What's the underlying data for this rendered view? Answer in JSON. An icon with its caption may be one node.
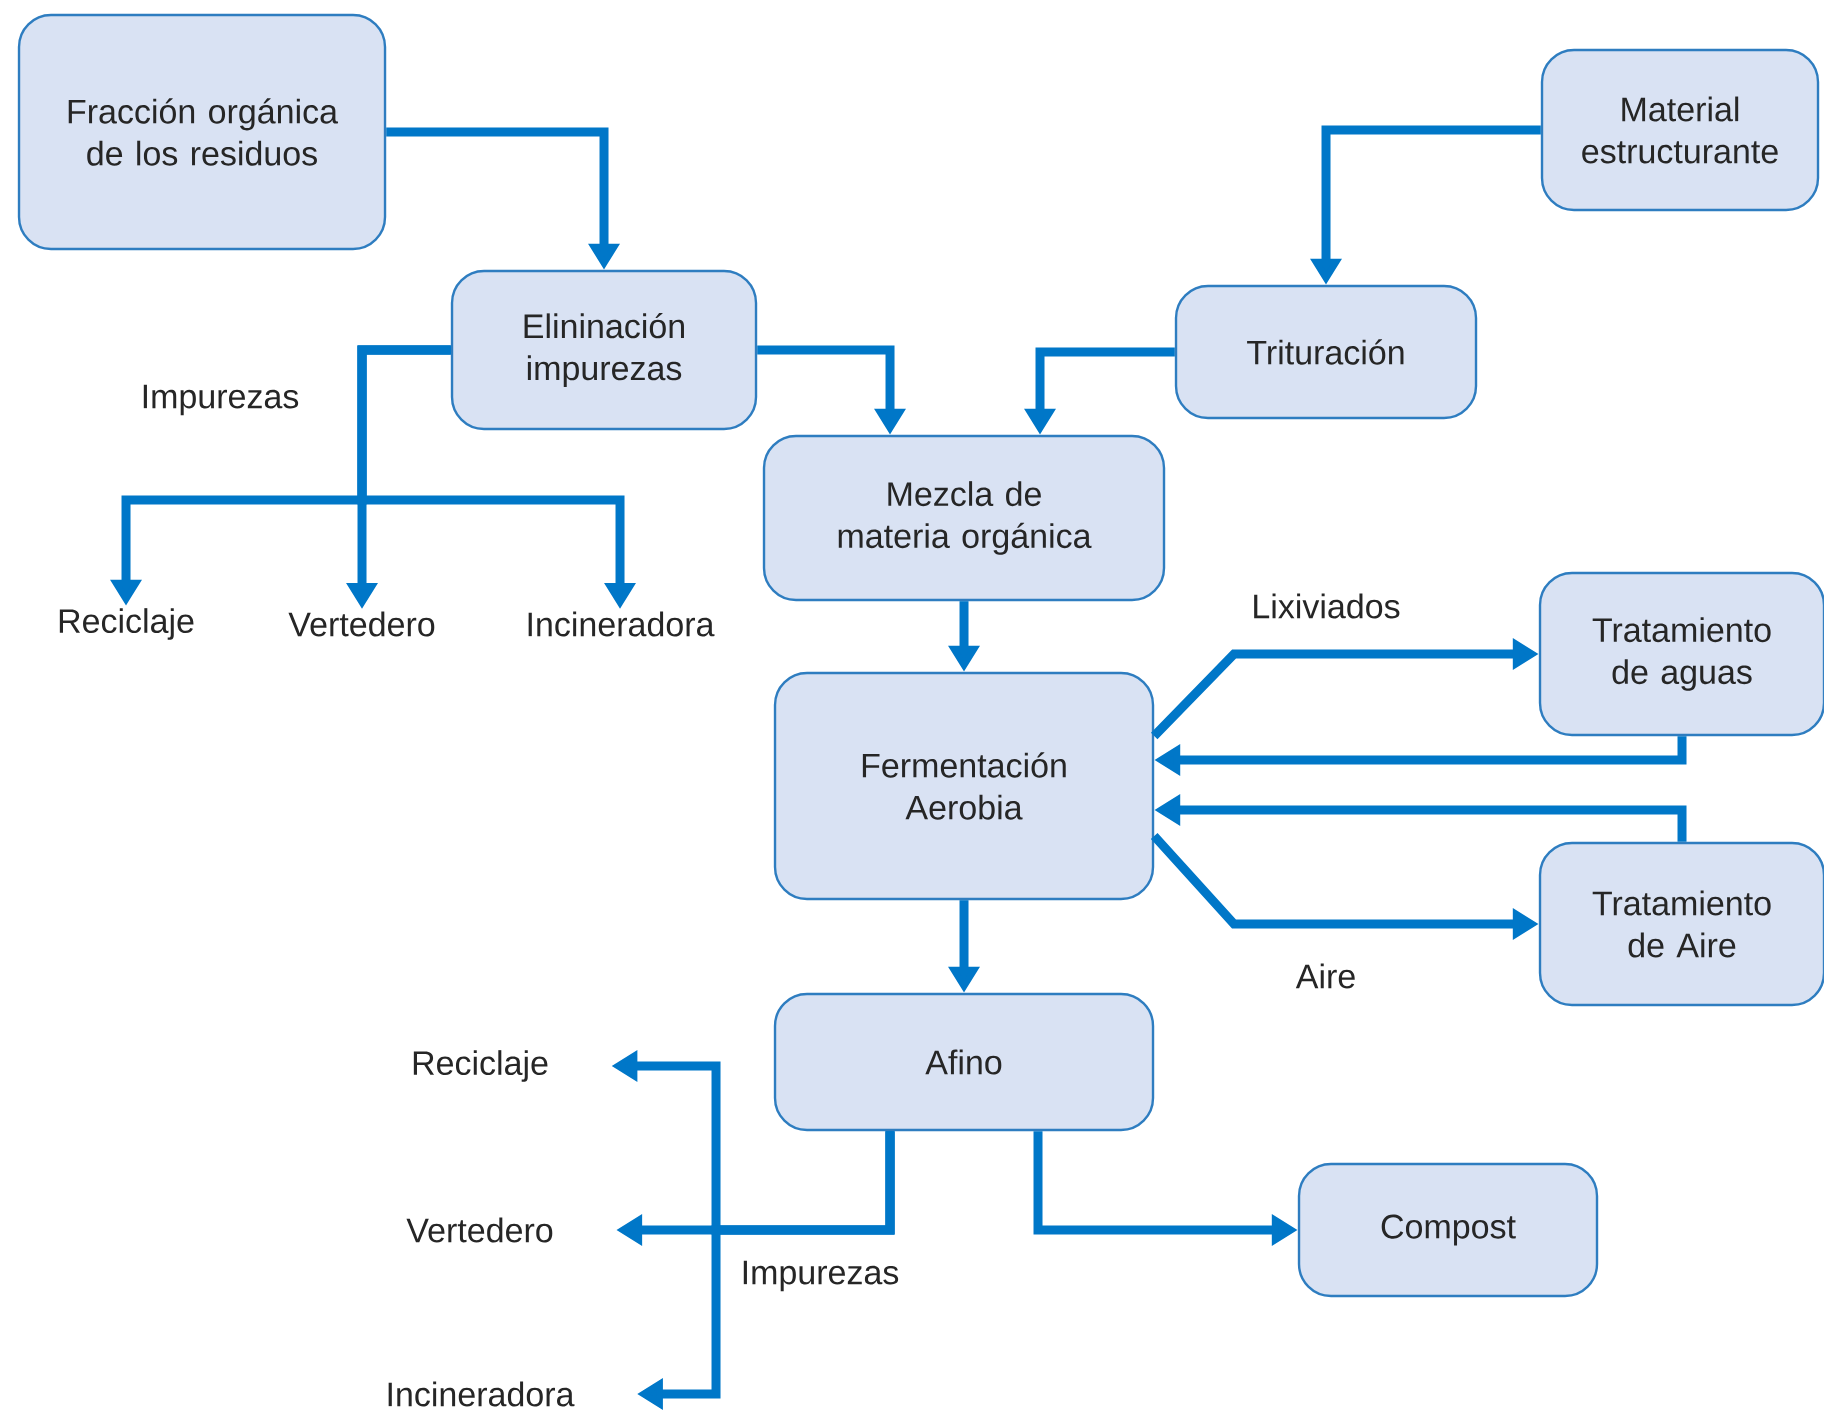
{
  "diagram": {
    "nodes": [
      {
        "text": [
          "Fracción orgánica de los residuos"
        ]
      },
      {
        "text": [
          "Material estructurante"
        ]
      },
      {
        "text": [
          "Elininación impurezas"
        ]
      },
      {
        "text": [
          "Trituración"
        ]
      },
      {
        "text": [
          "Mezcla de materia orgánica"
        ]
      },
      {
        "text": [
          "Reciclaje"
        ]
      },
      {
        "text": [
          "Vertedero"
        ]
      },
      {
        "text": [
          "Incineradora"
        ]
      },
      {
        "text": [
          "Fermentación Aerobia"
        ]
      },
      {
        "text": [
          "Tratamiento de aguas"
        ]
      },
      {
        "text": [
          "Tratamiento de Aire"
        ]
      },
      {
        "text": [
          "Afino"
        ]
      },
      {
        "text": [
          "Reciclaje"
        ]
      },
      {
        "text": [
          "Vertedero"
        ]
      },
      {
        "text": [
          "Incineradora"
        ]
      },
      {
        "text": [
          "Compost"
        ]
      }
    ],
    "edges": [
      {
        "from": 0,
        "to": 2,
        "arrow": "to"
      },
      {
        "from": 1,
        "to": 3,
        "arrow": "to"
      },
      {
        "from": 2,
        "to": 4,
        "arrow": "to"
      },
      {
        "from": 3,
        "to": 4,
        "arrow": "to"
      },
      {
        "from": 2,
        "to": 5,
        "arrow": "to"
      },
      {
        "from": 2,
        "to": 6,
        "arrow": "to",
        "label": "Impurezas"
      },
      {
        "from": 2,
        "to": 7,
        "arrow": "to"
      },
      {
        "from": 4,
        "to": 8,
        "arrow": "to"
      },
      {
        "from": 8,
        "to": 9,
        "arrow": "to",
        "label": "Lixiviados"
      },
      {
        "from": 9,
        "to": 8,
        "arrow": "to"
      },
      {
        "from": 10,
        "to": 8,
        "arrow": "to"
      },
      {
        "from": 8,
        "to": 10,
        "arrow": "to",
        "label": "Aire"
      },
      {
        "from": 8,
        "to": 11,
        "arrow": "to"
      },
      {
        "from": 11,
        "to": 12,
        "arrow": "to"
      },
      {
        "from": 11,
        "to": 13,
        "arrow": "to",
        "label": "Impurezas"
      },
      {
        "from": 11,
        "to": 14,
        "arrow": "to"
      },
      {
        "from": 11,
        "to": 15,
        "arrow": "to"
      }
    ]
  }
}
